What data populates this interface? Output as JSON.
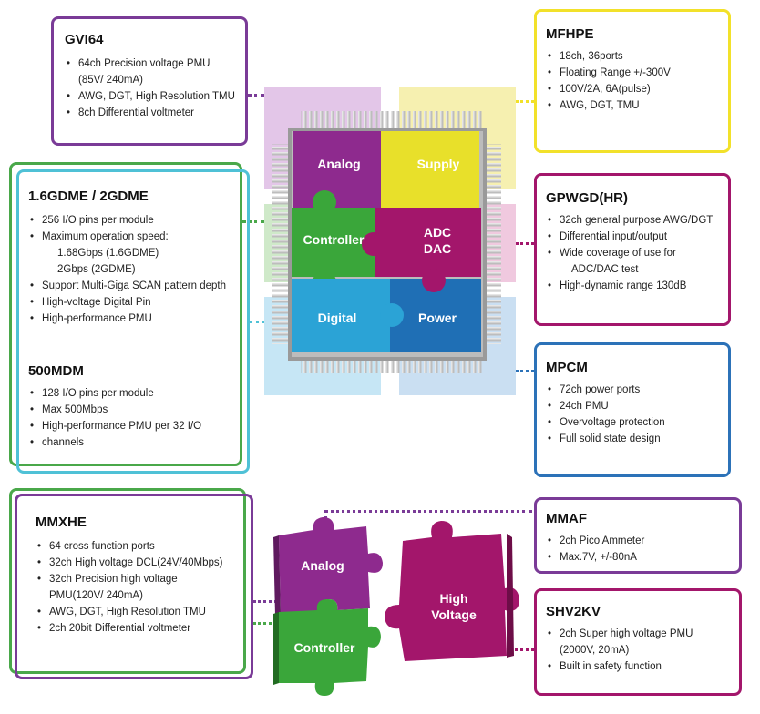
{
  "gvi64": {
    "title": "GVI64",
    "items": [
      "64ch Precision voltage PMU",
      "(85V/ 240mA)",
      "AWG, DGT, High Resolution TMU",
      "8ch Differential voltmeter"
    ]
  },
  "mfhpe": {
    "title": "MFHPE",
    "items": [
      "18ch, 36ports",
      "Floating Range +/-300V",
      "100V/2A, 6A(pulse)",
      "AWG, DGT, TMU"
    ]
  },
  "gdme": {
    "title": "1.6GDME / 2GDME",
    "items": [
      "256 I/O pins per module",
      "Maximum operation speed:",
      "1.68Gbps (1.6GDME)",
      "2Gbps (2GDME)",
      "Support Multi-Giga SCAN pattern depth",
      "High-voltage Digital Pin",
      "High-performance PMU"
    ]
  },
  "mdm500": {
    "title": "500MDM",
    "items": [
      "128 I/O pins per module",
      "Max 500Mbps",
      "High-performance PMU per 32 I/O",
      "channels"
    ]
  },
  "gpwgd": {
    "title": "GPWGD(HR)",
    "items": [
      "32ch general purpose AWG/DGT",
      "Differential input/output",
      "Wide coverage of use for",
      "ADC/DAC test",
      "High-dynamic range 130dB"
    ]
  },
  "mpcm": {
    "title": "MPCM",
    "items": [
      "72ch power ports",
      "24ch PMU",
      "Overvoltage protection",
      "Full solid state design"
    ]
  },
  "mmxhe": {
    "title": "MMXHE",
    "items": [
      "64 cross function ports",
      "32ch High voltage DCL(24V/40Mbps)",
      "32ch Precision high voltage",
      "PMU(120V/ 240mA)",
      "AWG, DGT, High Resolution TMU",
      "2ch 20bit Differential voltmeter"
    ]
  },
  "mmaf": {
    "title": "MMAF",
    "items": [
      "2ch Pico Ammeter",
      "Max.7V, +/-80nA"
    ]
  },
  "shv2kv": {
    "title": "SHV2KV",
    "items": [
      "2ch Super high voltage PMU",
      "(2000V, 20mA)",
      "Built in safety function"
    ]
  },
  "chip": {
    "analog": "Analog",
    "supply": "Supply",
    "controller": "Controller",
    "adc": "ADC",
    "dac": "DAC",
    "digital": "Digital",
    "power": "Power"
  },
  "bottom": {
    "analog": "Analog",
    "controller": "Controller",
    "high": "High",
    "voltage": "Voltage"
  },
  "colors": {
    "purple": "#8e2a8e",
    "yellow": "#e8e02a",
    "green": "#3aa63a",
    "magenta": "#a3166b",
    "cyan": "#2ba3d6",
    "blue": "#1f6fb5",
    "frame_violet": "#7a3b97",
    "frame_yellow": "#f2e12a",
    "frame_green": "#4aa84a",
    "frame_cyan": "#4fc1d6",
    "frame_blue": "#2c72b8"
  }
}
